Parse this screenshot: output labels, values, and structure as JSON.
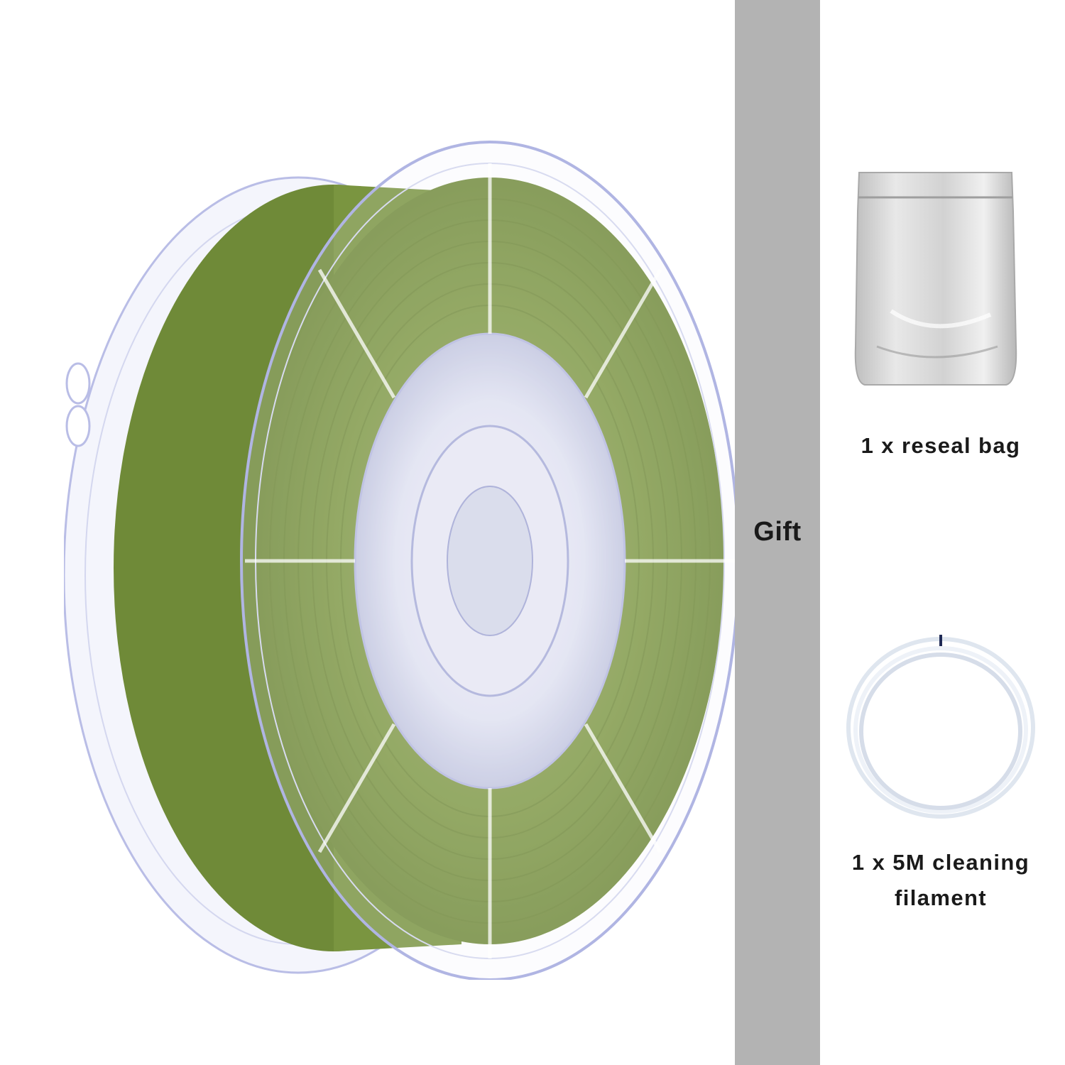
{
  "gift": {
    "label": "Gift"
  },
  "items": [
    {
      "caption": "1 x reseal bag",
      "icon": "reseal-bag-photo"
    },
    {
      "caption": "1 x 5M cleaning filament",
      "line1": "1 x 5M cleaning",
      "line2": "filament",
      "icon": "cleaning-filament-coil-photo"
    }
  ],
  "product": {
    "icon": "filament-spool-photo",
    "filament_color": "#7f9a45",
    "spool_color": "#c9cde8"
  },
  "colors": {
    "band": "#b3b3b3",
    "background": "#ffffff",
    "text": "#1a1a1a"
  }
}
